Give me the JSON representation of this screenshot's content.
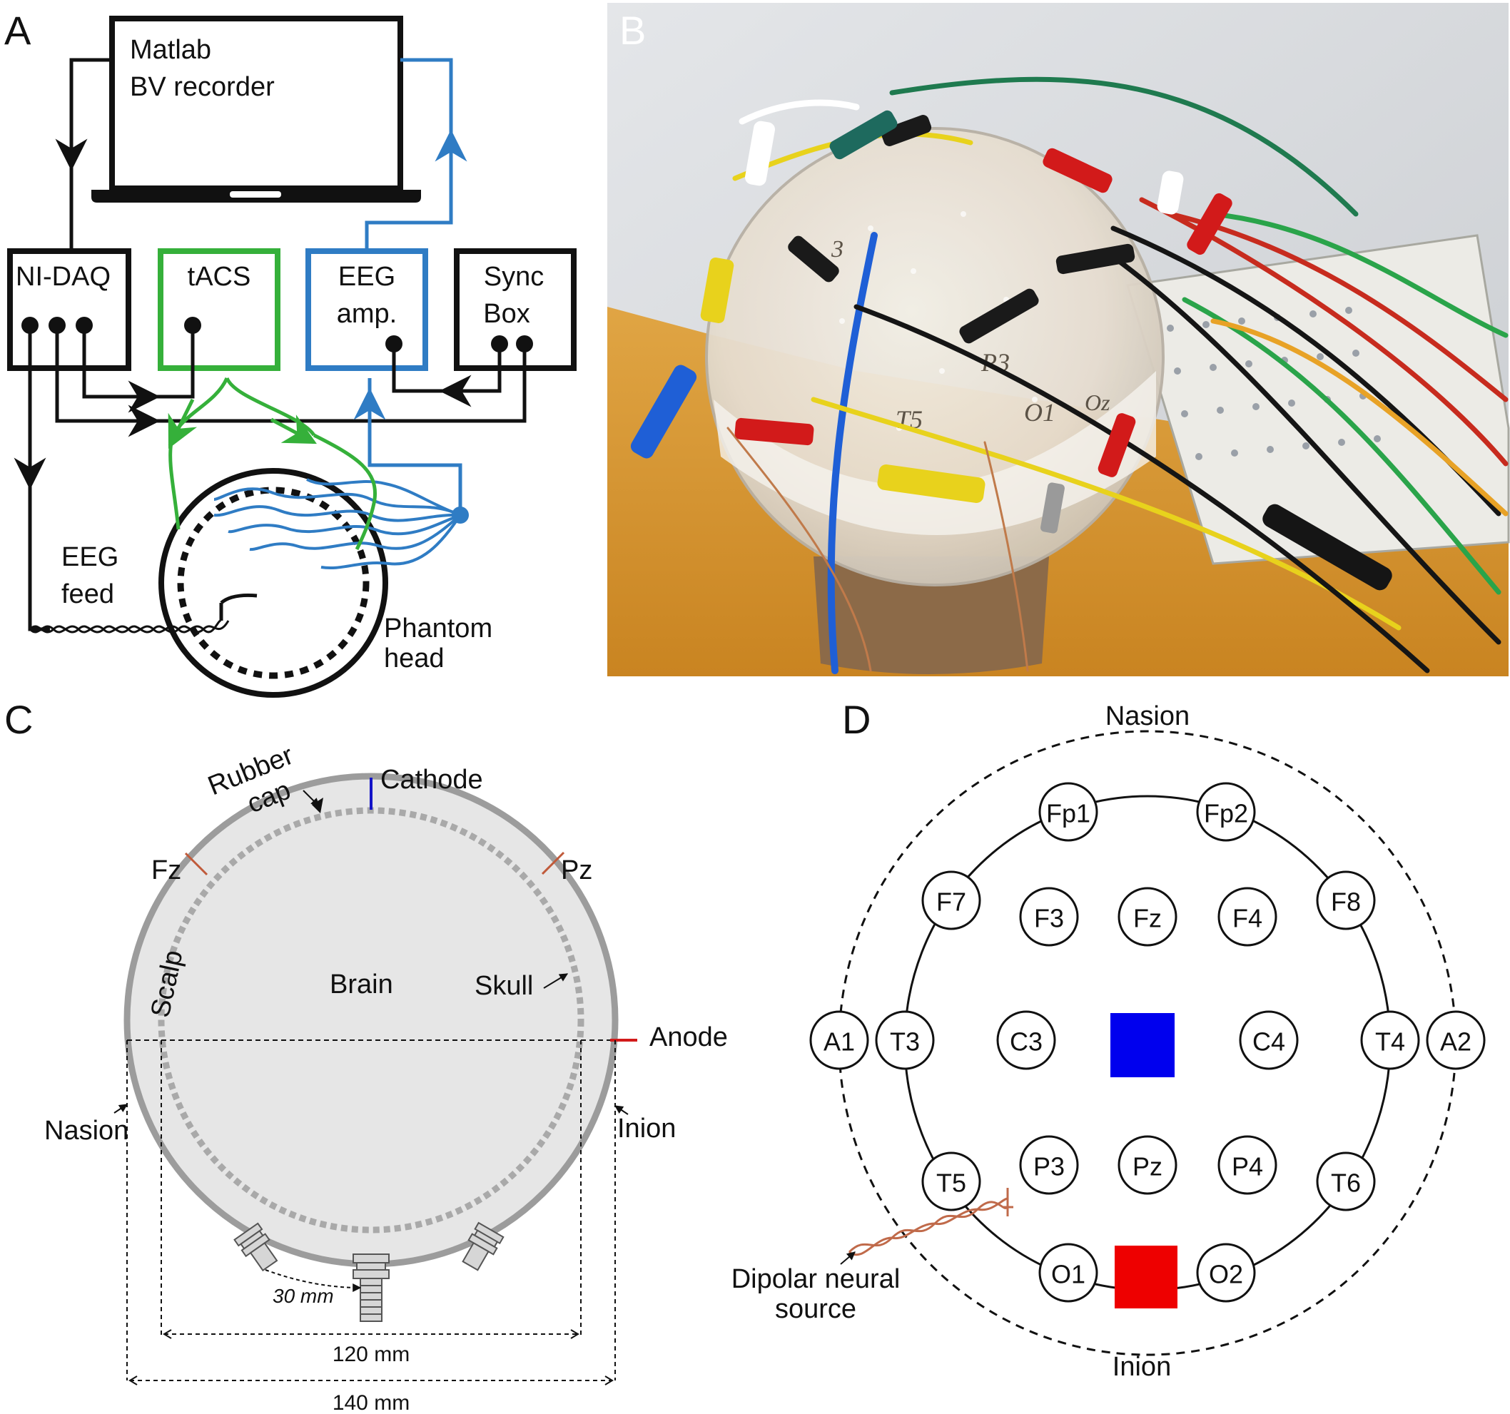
{
  "panels": {
    "a": "A",
    "b": "B",
    "c": "C",
    "d": "D"
  },
  "panel_a": {
    "laptop_line1": "Matlab",
    "laptop_line2": "BV recorder",
    "nidaq": "NI-DAQ",
    "tacs": "tACS",
    "eeg_amp_line1": "EEG",
    "eeg_amp_line2": "amp.",
    "sync_line1": "Sync",
    "sync_line2": "Box",
    "eeg_feed_line1": "EEG",
    "eeg_feed_line2": "feed",
    "phantom_line1": "Phantom",
    "phantom_line2": "head",
    "colors": {
      "tacs": "#35b03a",
      "eeg": "#2f7cc4",
      "black": "#111111"
    }
  },
  "panel_b": {
    "description_icon": "photo-phantom-head-with-electrodes",
    "handwritten_labels": [
      "3",
      "P3",
      "T5",
      "O1",
      "Oz"
    ]
  },
  "panel_c": {
    "rubber_cap_line1": "Rubber",
    "rubber_cap_line2": "cap",
    "cathode": "Cathode",
    "fz": "Fz",
    "pz": "Pz",
    "scalp": "Scalp",
    "brain": "Brain",
    "skull": "Skull",
    "anode": "Anode",
    "nasion": "Nasion",
    "inion": "Inion",
    "dim_30": "30 mm",
    "dim_120": "120 mm",
    "dim_140": "140 mm"
  },
  "panel_d": {
    "nasion": "Nasion",
    "inion": "Inion",
    "source_line1": "Dipolar neural",
    "source_line2": "source",
    "electrodes": [
      "Fp1",
      "Fp2",
      "F7",
      "F3",
      "Fz",
      "F4",
      "F8",
      "A1",
      "T3",
      "C3",
      "C4",
      "T4",
      "A2",
      "T5",
      "P3",
      "Pz",
      "P4",
      "T6",
      "O1",
      "O2"
    ],
    "colors": {
      "cathode_square": "#0000ee",
      "anode_square": "#ee0000",
      "dipole": "#c06a4a"
    }
  }
}
